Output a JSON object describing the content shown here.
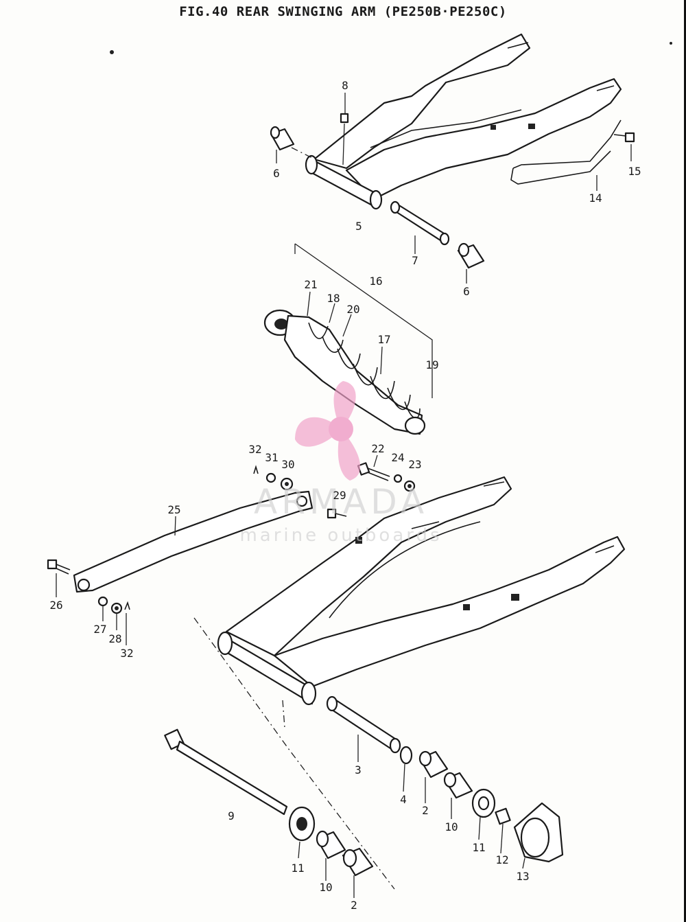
{
  "figure": {
    "title": "FIG.40  REAR SWINGING ARM  (PE250B·PE250C)"
  },
  "callouts": [
    {
      "id": "c8",
      "label": "8"
    },
    {
      "id": "c6a",
      "label": "6"
    },
    {
      "id": "c5",
      "label": "5"
    },
    {
      "id": "c7",
      "label": "7"
    },
    {
      "id": "c6b",
      "label": "6"
    },
    {
      "id": "c15",
      "label": "15"
    },
    {
      "id": "c14",
      "label": "14"
    },
    {
      "id": "c16",
      "label": "16"
    },
    {
      "id": "c21",
      "label": "21"
    },
    {
      "id": "c18",
      "label": "18"
    },
    {
      "id": "c20",
      "label": "20"
    },
    {
      "id": "c17",
      "label": "17"
    },
    {
      "id": "c19",
      "label": "19"
    },
    {
      "id": "c32a",
      "label": "32"
    },
    {
      "id": "c31",
      "label": "31"
    },
    {
      "id": "c30",
      "label": "30"
    },
    {
      "id": "c22",
      "label": "22"
    },
    {
      "id": "c24",
      "label": "24"
    },
    {
      "id": "c23",
      "label": "23"
    },
    {
      "id": "c29",
      "label": "29"
    },
    {
      "id": "c25",
      "label": "25"
    },
    {
      "id": "c26",
      "label": "26"
    },
    {
      "id": "c27",
      "label": "27"
    },
    {
      "id": "c28",
      "label": "28"
    },
    {
      "id": "c32b",
      "label": "32"
    },
    {
      "id": "c3",
      "label": "3"
    },
    {
      "id": "c4",
      "label": "4"
    },
    {
      "id": "c2a",
      "label": "2"
    },
    {
      "id": "c10a",
      "label": "10"
    },
    {
      "id": "c11a",
      "label": "11"
    },
    {
      "id": "c12",
      "label": "12"
    },
    {
      "id": "c13",
      "label": "13"
    },
    {
      "id": "c9",
      "label": "9"
    },
    {
      "id": "c11b",
      "label": "11"
    },
    {
      "id": "c10b",
      "label": "10"
    },
    {
      "id": "c2b",
      "label": "2"
    }
  ],
  "watermark": {
    "brand": "ARMADA",
    "tagline": "marine outboards",
    "logo_icon": "propeller-icon",
    "logo_color": "#f0a0c8",
    "text_color": "#c8c8c8"
  }
}
